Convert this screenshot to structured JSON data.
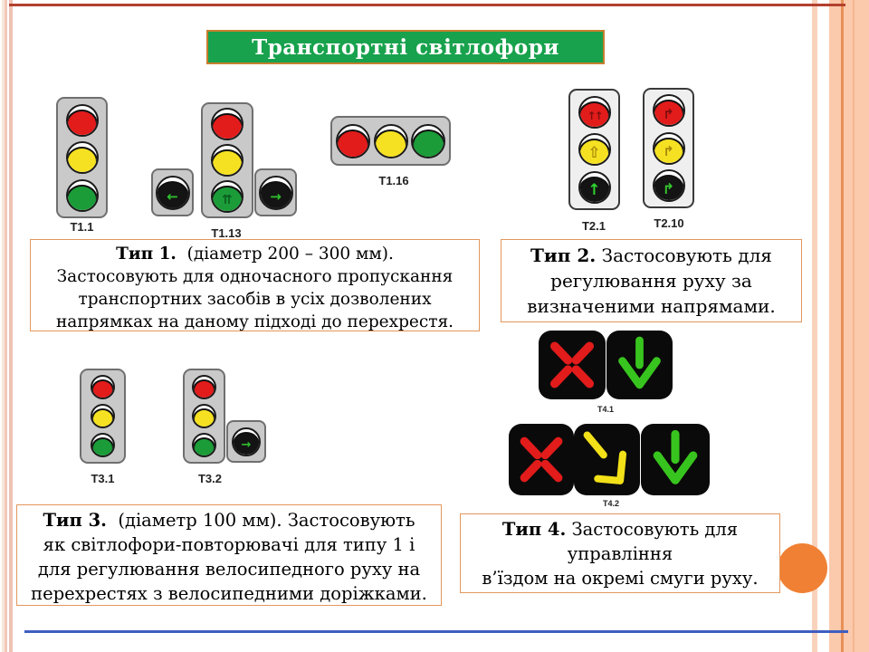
{
  "title": "Транспортні світлофори",
  "signals": {
    "t1_1": "Т1.1",
    "t1_13": "Т1.13",
    "t1_16": "Т1.16",
    "t2_1": "Т2.1",
    "t2_10": "Т2.10",
    "t3_1": "Т3.1",
    "t3_2": "Т3.2",
    "t4_1": "Т4.1",
    "t4_2": "Т4.2"
  },
  "boxes": {
    "type1": {
      "lead": "Тип 1.",
      "lead_rest": "  (діаметр 200 – 300 мм).",
      "lines": [
        "Застосовують для одночасного пропускання",
        "транспортних засобів в усіх дозволених",
        "напрямках на даному підході до перехрестя."
      ]
    },
    "type2": {
      "lead": "Тип 2.",
      "lead_rest": " Застосовують для",
      "lines": [
        "регулювання руху за",
        "визначеними напрямами."
      ]
    },
    "type3": {
      "lead": "Тип 3.",
      "lead_rest": "  (діаметр 100 мм). Застосовують",
      "lines": [
        "як світлофори-повторювачі для типу 1 і",
        "для регулювання велосипедного руху на",
        "перехрестях з велосипедними доріжками."
      ]
    },
    "type4": {
      "lead": "Тип 4.",
      "lead_rest": " Застосовують для",
      "lines": [
        "управління",
        "в’їздом на окремі смуги руху."
      ]
    }
  },
  "colors": {
    "title_bg": "#18a24d",
    "title_border": "#c87e2e",
    "box_border": "#e3975c",
    "signal_red": "#e21b1b",
    "signal_yellow": "#f5e122",
    "signal_green": "#1b9c38",
    "accent_circle": "#f08033",
    "top_line": "#b3402e",
    "bottom_line": "#3f5ec0"
  }
}
